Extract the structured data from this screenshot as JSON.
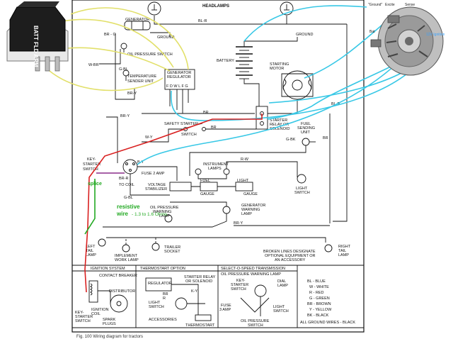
{
  "colors": {
    "paper": "#ffffff",
    "ink": "#111111",
    "frame": "#f2f2f2",
    "cyan_wire": "#38c8e6",
    "yellow_wire": "#e2e06a",
    "red_wire": "#d92020",
    "purple_wire": "#8a2d8a",
    "green_wire": "#22a922"
  },
  "labels": {
    "headlamps": "HEADLAMPS",
    "br_r_top": "BL-R",
    "ground_top": "GROUND",
    "generator": "GENERATOR",
    "ground_gen": "GROUND",
    "br_g": "BR - G",
    "oil_pressure_switch": "OIL PRESSURE SWITCH",
    "w_br_left": "W-BR",
    "g_bl": "G-BL",
    "temperature_sender": "TEMPERATURE",
    "sender_unit": "SENDER UNIT",
    "br_y_upper": "BR-Y",
    "battery": "BATTERY",
    "starting_motor": "STARTING",
    "motor": "MOTOR",
    "generator_regulator_1": "GENERATOR",
    "generator_regulator_2": "REGULATOR",
    "reg_terminals": "F  D  W L F  G",
    "br_y_left": "BR-Y",
    "br_mid": "BR",
    "starter_relay_1": "STARTER",
    "starter_relay_2": "RELAY OR",
    "starter_relay_3": "SOLENOID",
    "fuel_sending_1": "FUEL",
    "fuel_sending_2": "SENDING",
    "fuel_sending_3": "UNIT",
    "bl_r_right": "BL-R",
    "br_right": "BR",
    "safety_starter_1": "SAFETY STARTER",
    "safety_starter_2": "SWITCH",
    "w_y": "W-Y",
    "br_center": "BR",
    "g_bk": "G-BK",
    "key_starter_1": "KEY-",
    "key_starter_2": "STARTER",
    "key_starter_3": "SWITCH",
    "br_r_key": "BR-R",
    "b_y": "B-Y",
    "to_coil": "TO COIL",
    "fuse_2amp": "FUSE 2 AMP",
    "instrument_lamps_1": "INSTRUMENT",
    "instrument_lamps_2": "LAMPS",
    "r_w": "R-W",
    "voltage_stab_1": "VOLTAGE",
    "voltage_stab_2": "STABILIZER",
    "fuel_gauge_1": "FUEL",
    "fuel_gauge_2": "GAUGE",
    "light_1": "LIGHT",
    "light_2": "GAUGE",
    "light_switch_1": "LIGHT",
    "light_switch_2": "SWITCH",
    "g_bl_lower": "G-BL",
    "oil_warn_1": "OIL PRESSURE",
    "oil_warn_2": "WARNING",
    "oil_warn_3": "LAMP",
    "gen_warn_1": "GENERATOR",
    "gen_warn_2": "WARNING",
    "gen_warn_3": "LAMP",
    "br_y_lower": "BR-Y",
    "left_tail_1": "LEFT",
    "left_tail_2": "TAIL",
    "left_tail_3": "LAMP",
    "trailer_1": "TRAILER",
    "trailer_2": "SOCKET",
    "implement_1": "IMPLEMENT",
    "implement_2": "WORK LAMP",
    "broken_lines_1": "BROKEN LINES DESIGNATE",
    "broken_lines_2": "OPTIONAL EQUIPMENT OR",
    "broken_lines_3": "AN ACCESSORY",
    "right_tail_1": "RIGHT",
    "right_tail_2": "TAIL",
    "right_tail_3": "LAMP",
    "ignition_system": "IGNITION SYSTEM",
    "contact_breaker": "CONTACT BREAKER",
    "distributor": "DISTRIBUTOR",
    "ignition_coil_1": "IGNITION",
    "ignition_coil_2": "COIL",
    "spark_plugs_1": "SPARK",
    "spark_plugs_2": "PLUGS",
    "key_starter_switch_1": "KEY-",
    "key_starter_switch_2": "STARTER",
    "key_starter_switch_3": "SWITCH",
    "thermostart_option": "THERMOSTART OPTION",
    "regulator": "REGULATOR",
    "starter_relay_opt_1": "STARTER RELAY",
    "starter_relay_opt_2": "OR SOLENOID",
    "br_r_opt": "BR",
    "r_opt": "R",
    "ky_opt": "K-Y",
    "light_switch_opt_1": "LIGHT",
    "light_switch_opt_2": "SWITCH",
    "accessories": "ACCESSORIES",
    "thermostart": "THERMOSTART",
    "sos_transmission": "SELECT-O-SPEED TRANSMISSION",
    "oil_press_warn_lamp": "OIL PRESSURE WARNING LAMP",
    "key_starter_sos_1": "KEY-",
    "key_starter_sos_2": "STARTER",
    "key_starter_sos_3": "SWITCH",
    "dial_lamp_1": "DIAL",
    "dial_lamp_2": "LAMP",
    "fuse_3amp_1": "FUSE",
    "fuse_3amp_2": "3 AMP",
    "light_switch_sos_1": "LIGHT",
    "light_switch_sos_2": "SWITCH",
    "oil_pressure_switch_sos_1": "OIL PRESSURE",
    "oil_pressure_switch_sos_2": "SWITCH",
    "legend_bl": "BL - BLUE",
    "legend_w": "W - WHITE",
    "legend_r": "R - RED",
    "legend_g": "G - GREEN",
    "legend_br": "BR - BROWN",
    "legend_y": "Y - YELLOW",
    "legend_bk": "BK - BLACK",
    "legend_ground": "ALL GROUND WIRES - BLACK"
  },
  "annotations": {
    "splice": "splice",
    "resistive": "resistive",
    "wire": "wire",
    "ohms": "- 1.3 to 1.6 Ohms",
    "regulator_box": "BATT FLD ARM",
    "alt_bat": "Bat",
    "alt_ground": "\"Ground\"",
    "alt_excite": "Excite",
    "alt_sense": "Sense",
    "alt_12v": "12V Ignition"
  },
  "caption": "Fig. 100  Wiring diagram for tractors"
}
